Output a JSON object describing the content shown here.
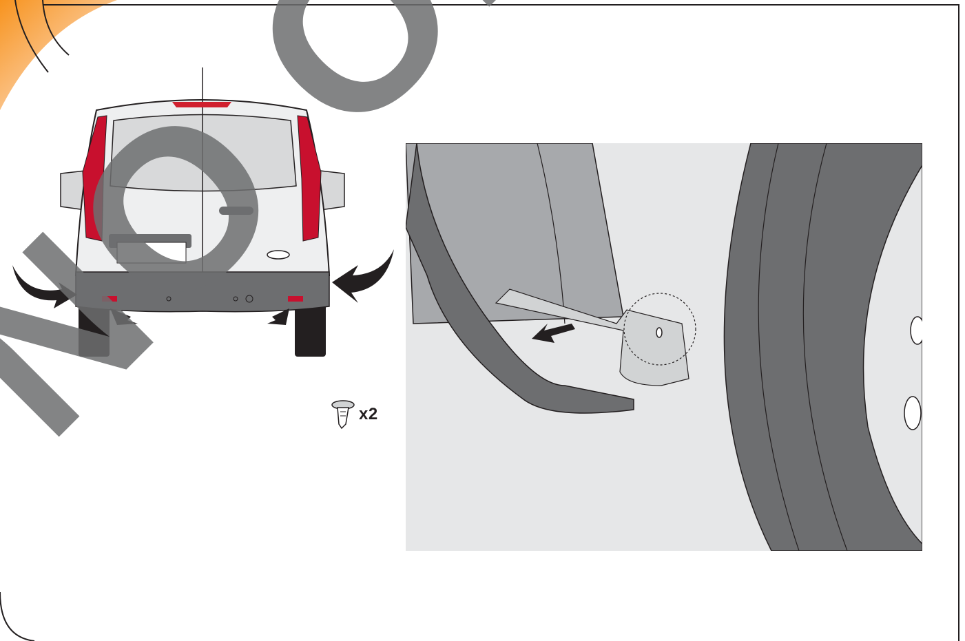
{
  "page": {
    "accent_color": "#f7931e",
    "border_color": "#231f20",
    "watermark_color": "#7a7a7a"
  },
  "illustrations": {
    "van_rear": {
      "icon": "van-rear-view-illustration"
    },
    "detail": {
      "icon": "bumper-corner-detail-illustration"
    },
    "fastener": {
      "icon": "push-pin-clip-icon",
      "quantity_label": "x2"
    }
  },
  "watermark": {
    "text": "NO ORIGINAL"
  }
}
